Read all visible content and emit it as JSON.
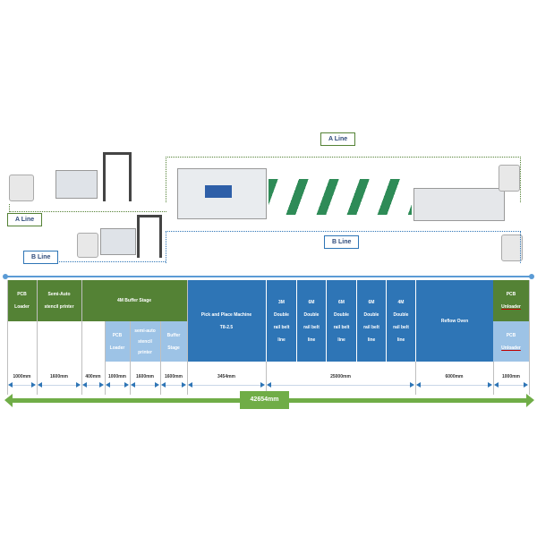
{
  "lines": {
    "a_label": "A Line",
    "a_label_top": "A Line",
    "b_label": "B Line",
    "b_label_right": "B Line"
  },
  "a_line_stages": {
    "pcb_loader": [
      "PCB",
      "Loader"
    ],
    "semi_auto_printer": [
      "Semi-Auto",
      "stencil printer"
    ],
    "buffer_stage": "4M Buffer Stage"
  },
  "b_line_stages": {
    "pcb_loader": [
      "PCB",
      "Loader"
    ],
    "semi_auto_printer": [
      "semi-auto",
      "stencil",
      "printer"
    ],
    "buffer_stage": [
      "Buffer",
      "Stage"
    ]
  },
  "shared_stages": {
    "pick_place": [
      "Pick and Place Machine",
      "T8-2.5"
    ],
    "belt_lines": [
      [
        "3M",
        "Double",
        "rail belt",
        "line"
      ],
      [
        "6M",
        "Double",
        "rail belt",
        "line"
      ],
      [
        "6M",
        "Double",
        "rail belt",
        "line"
      ],
      [
        "6M",
        "Double",
        "rail belt",
        "line"
      ],
      [
        "4M",
        "Double",
        "rail belt",
        "line"
      ]
    ],
    "reflow_oven": "Reflow Oven",
    "unloader_a": [
      "PCB",
      "Unloader"
    ],
    "unloader_b": [
      "PCB",
      "Unloader"
    ]
  },
  "dimensions": [
    "1000mm",
    "1600mm",
    "400mm",
    "1000mm",
    "1600mm",
    "1600mm",
    "3454mm",
    "25000mm",
    "6000mm",
    "1000mm"
  ],
  "total_length": "42654mm",
  "colors": {
    "green": "#548235",
    "blue": "#2e75b6",
    "light_blue": "#9dc3e6"
  }
}
